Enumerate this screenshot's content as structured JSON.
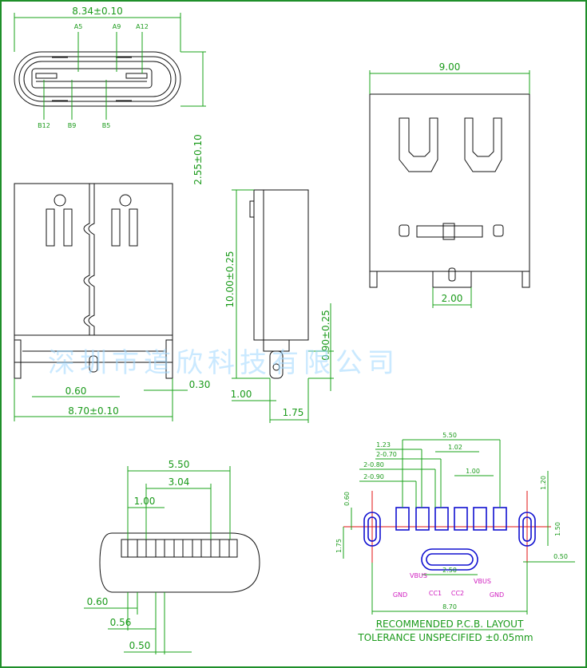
{
  "watermark": "深圳市道欣科技有限公司",
  "top_left_view": {
    "width_dim": "8.34±0.10",
    "height_dim": "2.55±0.10",
    "pins_top": [
      "A5",
      "A9",
      "A12"
    ],
    "pins_bottom": [
      "B12",
      "B9",
      "B5"
    ]
  },
  "front_view": {
    "width_dim": "8.70±0.10",
    "dim_a": "0.60",
    "dim_b": "0.30"
  },
  "side_view": {
    "height_dim": "10.00±0.25",
    "dim_a": "0.90±0.25",
    "dim_b": "1.00",
    "dim_c": "1.75"
  },
  "rear_view": {
    "width_dim": "9.00",
    "tab_dim": "2.00"
  },
  "bottom_view": {
    "dims": [
      "5.50",
      "3.04",
      "1.00",
      "0.60",
      "0.56",
      "0.50"
    ]
  },
  "pcb_layout": {
    "dims_top": [
      "5.50",
      "1.23",
      "2-0.70",
      "1.02",
      "2-0.80",
      "1.00",
      "2-0.90"
    ],
    "dims_side": [
      "0.60",
      "1.75",
      "1.20",
      "1.50",
      "0.50",
      "2.50",
      "8.70"
    ],
    "labels": [
      "VBUS",
      "CC1",
      "CC2",
      "VBUS",
      "GND",
      "GND"
    ],
    "title": "RECOMMENDED   P.C.B.  LAYOUT",
    "tolerance": "TOLERANCE  UNSPECIFIED  ±0.05mm"
  },
  "colors": {
    "dimension": "#1a9a1a",
    "outline": "#111111",
    "pad": "#1010d0",
    "center": "#e01010",
    "label": "#d020c0"
  }
}
